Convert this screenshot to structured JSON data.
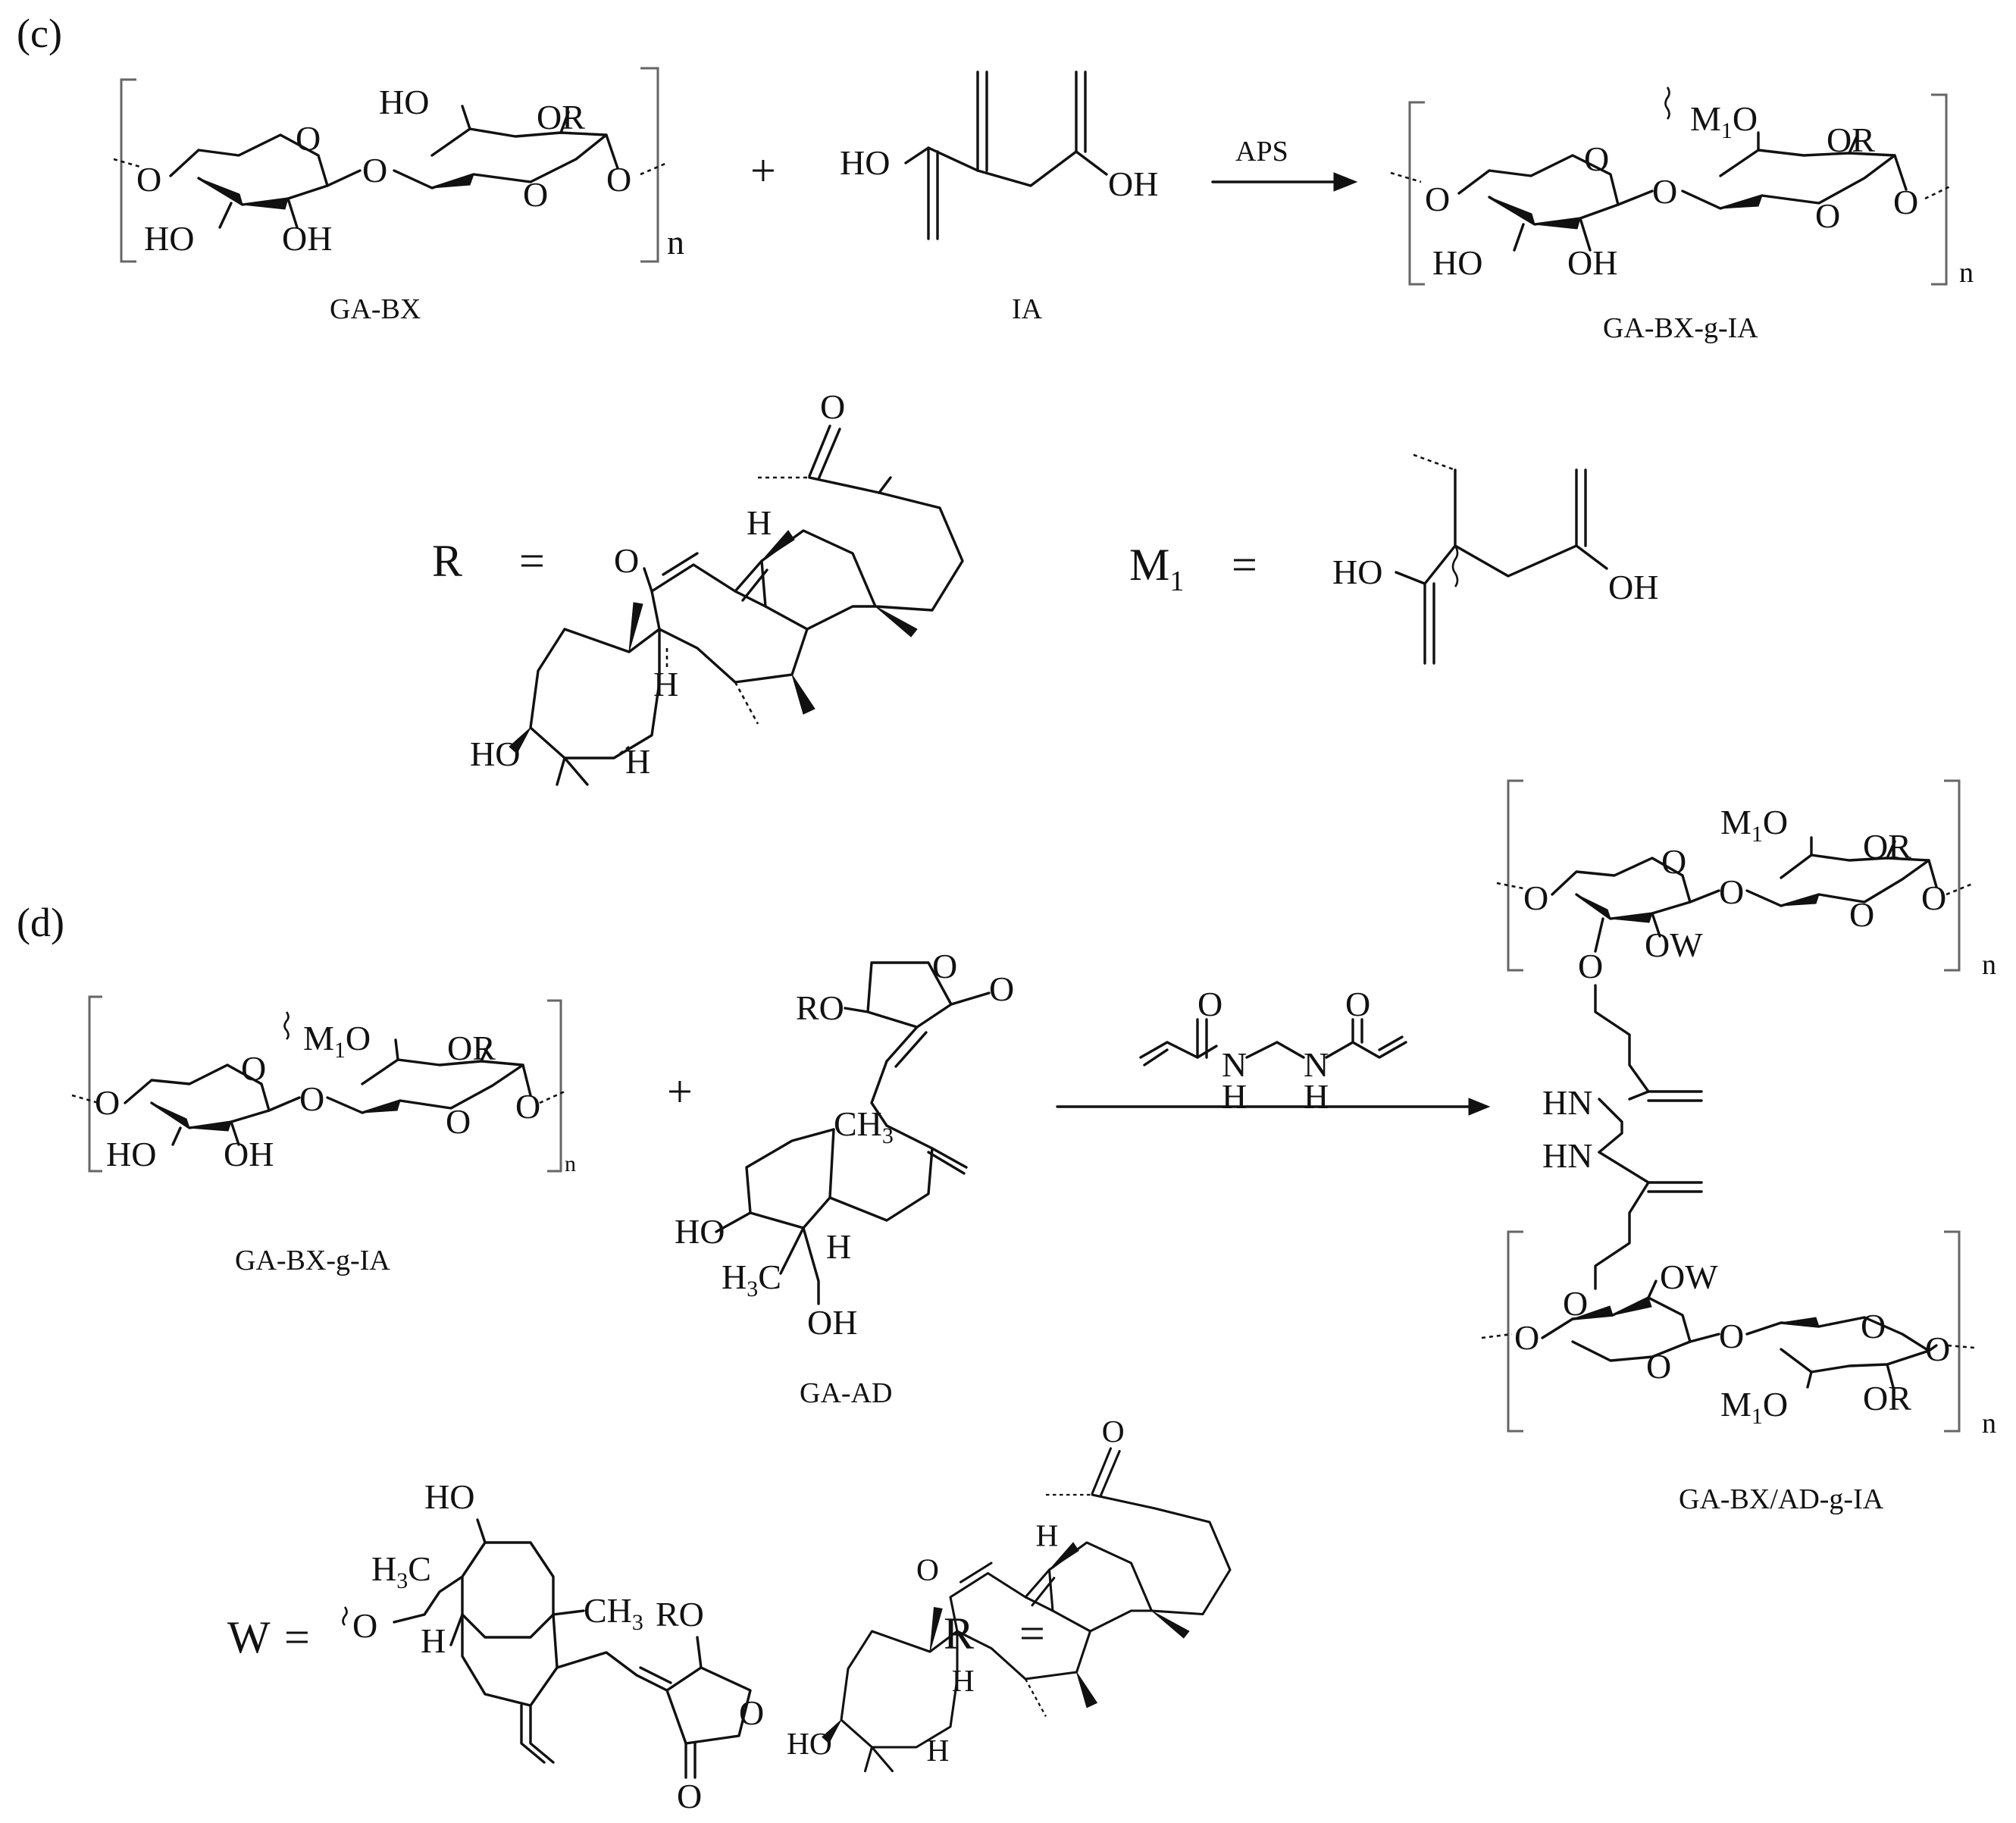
{
  "panels": {
    "c": "(c)",
    "d": "(d)"
  },
  "c": {
    "labels": {
      "reactant1": "GA-BX",
      "reactant2": "IA",
      "product": "GA-BX-g-IA"
    },
    "reagent": "APS",
    "plus": "+",
    "repeat": "n",
    "defs": {
      "R": "R",
      "M1": "M",
      "M1_sub": "1",
      "equals": "="
    }
  },
  "d": {
    "labels": {
      "reactant1": "GA-BX-g-IA",
      "reactant2": "GA-AD",
      "product": "GA-BX/AD-g-IA"
    },
    "plus": "+",
    "repeat": "n",
    "defs": {
      "W": "W",
      "R": "R",
      "equals": "="
    }
  },
  "atoms": {
    "HO": "HO",
    "OH": "OH",
    "OR": "OR",
    "RO": "RO",
    "OW": "OW",
    "O": "O",
    "H": "H",
    "HN": "HN",
    "CH3": "CH",
    "CH3_sub": "3",
    "H3C": "H",
    "H3C_sub": "3",
    "H3C_tail": "C",
    "CH3_label": "CH",
    "M1O_M": "M",
    "M1O_sub": "1",
    "M1O_O": "O"
  }
}
